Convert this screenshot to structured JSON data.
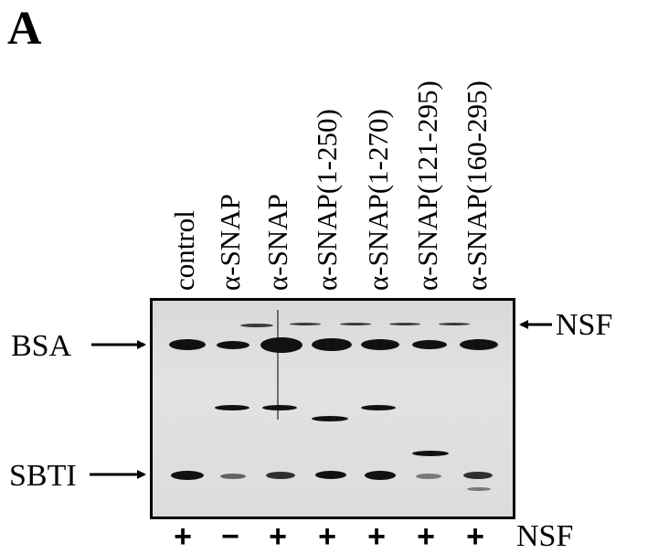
{
  "panel_letter": "A",
  "lanes": [
    {
      "label": "control",
      "nsf": "+"
    },
    {
      "label": "α-SNAP",
      "nsf": "−"
    },
    {
      "label": "α-SNAP",
      "nsf": "+"
    },
    {
      "label": "α-SNAP(1-250)",
      "nsf": "+"
    },
    {
      "label": "α-SNAP(1-270)",
      "nsf": "+"
    },
    {
      "label": "α-SNAP(121-295)",
      "nsf": "+"
    },
    {
      "label": "α-SNAP(160-295)",
      "nsf": "+"
    }
  ],
  "left_markers": [
    "BSA",
    "SBTI"
  ],
  "right_marker": "NSF",
  "bottom_row_label": "NSF"
}
